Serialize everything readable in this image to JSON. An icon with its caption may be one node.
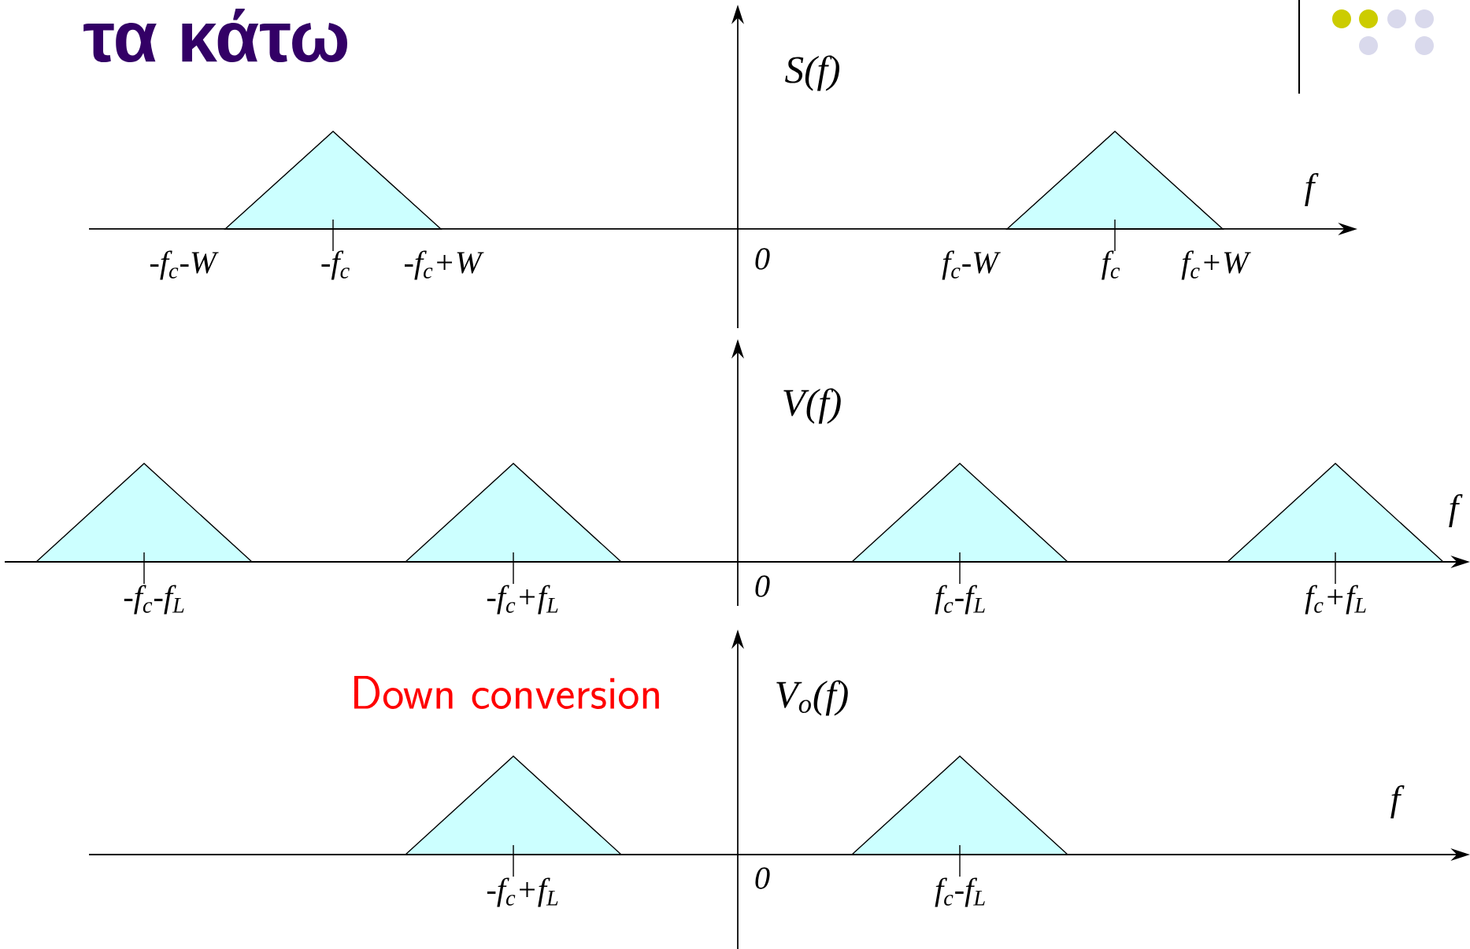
{
  "diagram": {
    "title": "τα κάτω",
    "labels": [
      "S(f)",
      "f",
      "-f$_{c}$-W",
      "-f$_{c}$",
      "-f$_{c}$+W",
      "0",
      "f$_{c}$-W",
      "f$_{c}$",
      "f$_{c}$+W",
      "V(f)",
      "f",
      "-f$_{c}$-f$_{L}$",
      "-f$_{c}$+f$_{L}$",
      "0",
      "f$_{c}$-f$_{L}$",
      "f$_{c}$+f$_{L}$",
      "Down conversion",
      "V$_{o}$(f)",
      "f",
      "-f$_{c}$+f$_{L}$",
      "0",
      "f$_{c}$-f$_{L}$"
    ]
  }
}
